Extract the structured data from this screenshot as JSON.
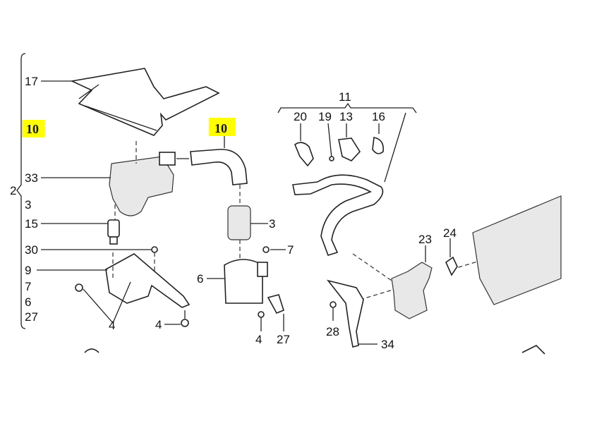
{
  "diagram": {
    "highlight_color": "#ffff00",
    "highlights": [
      "10",
      "10"
    ],
    "group_labels": {
      "assembly": "2",
      "hose_assembly": "11"
    },
    "left_column": [
      "17",
      "33",
      "3",
      "15",
      "30",
      "9",
      "7",
      "6",
      "27"
    ],
    "callouts": {
      "bracket_bolts": "4",
      "bracket_bolt_right": "4",
      "filter": "3",
      "nut": "7",
      "housing": "6",
      "housing_bolt": "4",
      "sensor_27": "27",
      "clamp_20": "20",
      "screw_19": "19",
      "sensor_13": "13",
      "clamp_16": "16",
      "valve_23": "23",
      "gasket_24": "24",
      "bolt_28": "28",
      "bracket_34": "34"
    }
  }
}
